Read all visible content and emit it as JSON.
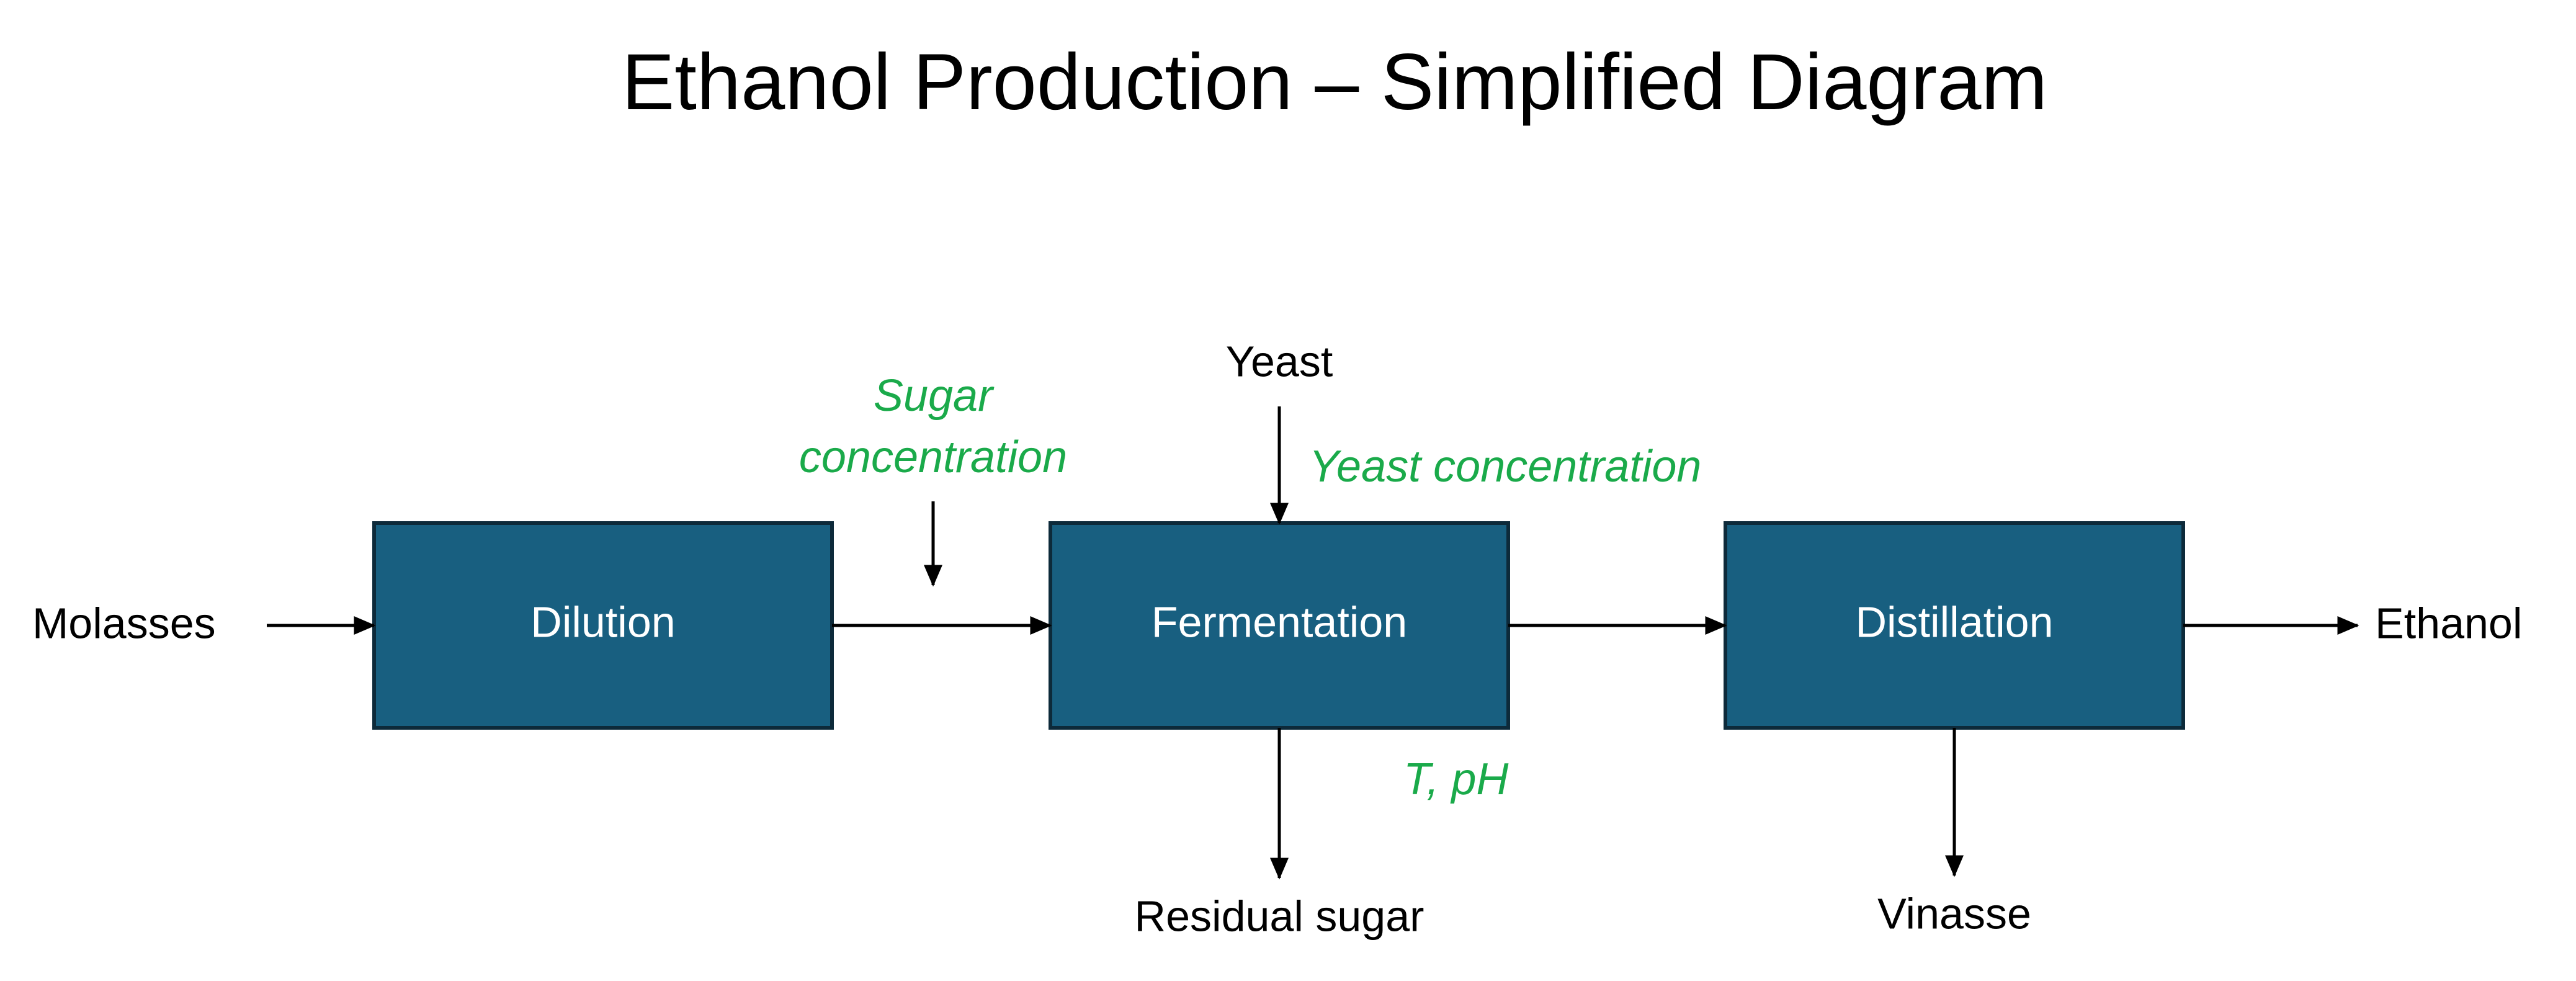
{
  "title": "Ethanol Production – Simplified Diagram",
  "blocks": {
    "dilution": "Dilution",
    "fermentation": "Fermentation",
    "distillation": "Distillation"
  },
  "streams": {
    "molasses": "Molasses",
    "yeast": "Yeast",
    "residual_sugar": "Residual sugar",
    "ethanol": "Ethanol",
    "vinasse": "Vinasse"
  },
  "parameters": {
    "sugar_line1": "Sugar",
    "sugar_line2": "concentration",
    "yeast_concentration": "Yeast concentration",
    "temperature_ph": "T, pH"
  },
  "colors": {
    "block_fill": "#185f80",
    "block_border": "#0d2a3a",
    "block_text": "#ffffff",
    "parameter_text": "#1aaa4a",
    "stream_text": "#000000"
  }
}
